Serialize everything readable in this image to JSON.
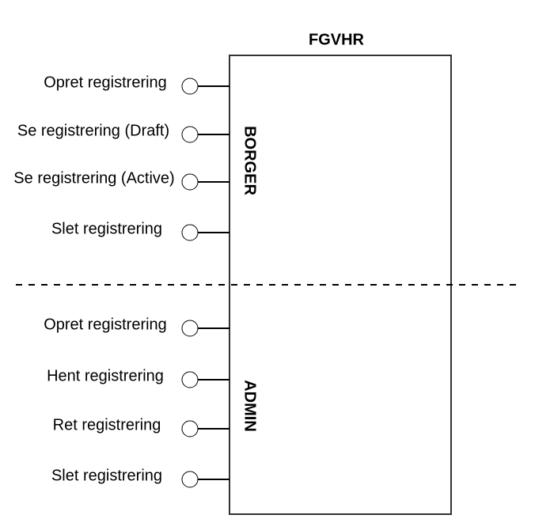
{
  "component": {
    "title": "FGVHR"
  },
  "sections": [
    {
      "name": "BORGER",
      "interfaces": [
        {
          "label": "Opret registrering"
        },
        {
          "label": "Se registrering (Draft)"
        },
        {
          "label": "Se registrering (Active)"
        },
        {
          "label": "Slet registrering"
        }
      ]
    },
    {
      "name": "ADMIN",
      "interfaces": [
        {
          "label": "Opret registrering"
        },
        {
          "label": "Hent registrering"
        },
        {
          "label": "Ret registrering"
        },
        {
          "label": "Slet registrering"
        }
      ]
    }
  ],
  "colors": {
    "stroke": "#000000",
    "box_stroke": "#333333",
    "background": "#ffffff"
  }
}
